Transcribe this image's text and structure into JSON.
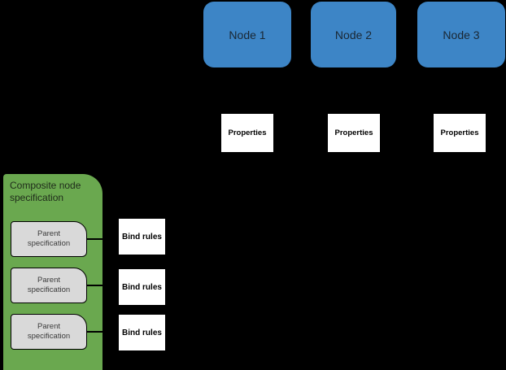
{
  "colors": {
    "background": "#000000",
    "node_blue": "#3d85c6",
    "composite_green": "#6aa84f",
    "parent_gray": "#d9d9d9",
    "box_white": "#ffffff",
    "line_black": "#000000"
  },
  "columns": [
    {
      "node": "Node 1",
      "properties": "Properties"
    },
    {
      "node": "Node 2",
      "properties": "Properties"
    },
    {
      "node": "Node 3",
      "properties": "Properties"
    }
  ],
  "composite": {
    "title": "Composite node specification",
    "rows": [
      {
        "parent": "Parent specification",
        "bind": "Bind rules"
      },
      {
        "parent": "Parent specification",
        "bind": "Bind rules"
      },
      {
        "parent": "Parent specification",
        "bind": "Bind rules"
      }
    ]
  }
}
